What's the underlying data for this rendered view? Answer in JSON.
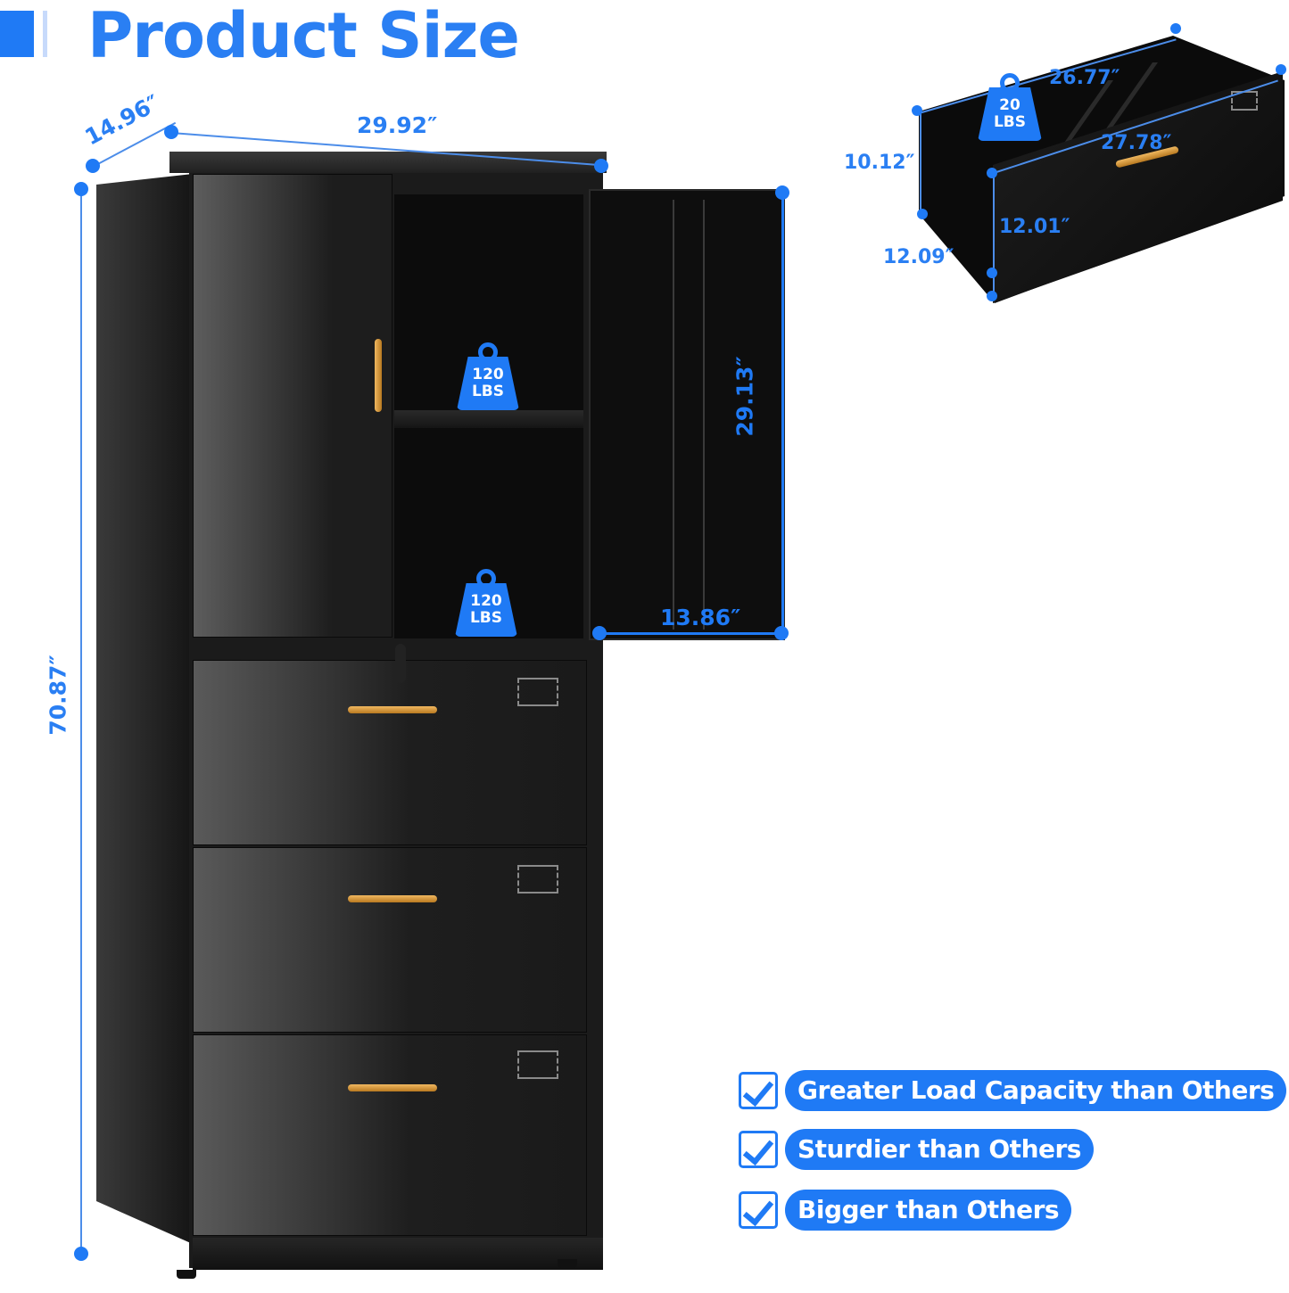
{
  "header": {
    "title": "Product Size",
    "accent_color": "#1f7af5"
  },
  "cabinet": {
    "dimensions": {
      "depth": "14.96″",
      "width": "29.92″",
      "height": "70.87″",
      "door_height": "29.13″",
      "door_width": "13.86″"
    },
    "shelf_capacity_upper": {
      "value": "120",
      "unit": "LBS"
    },
    "shelf_capacity_lower": {
      "value": "120",
      "unit": "LBS"
    },
    "drawer_count": 3
  },
  "drawer_detail": {
    "capacity": {
      "value": "20",
      "unit": "LBS"
    },
    "dimensions": {
      "inner_length": "26.77″",
      "outer_length": "27.78″",
      "height_back": "10.12″",
      "height_front": "12.01″",
      "depth": "12.09″"
    }
  },
  "features": [
    {
      "label": "Greater Load Capacity than Others"
    },
    {
      "label": "Sturdier than Others"
    },
    {
      "label": "Bigger than Others"
    }
  ]
}
